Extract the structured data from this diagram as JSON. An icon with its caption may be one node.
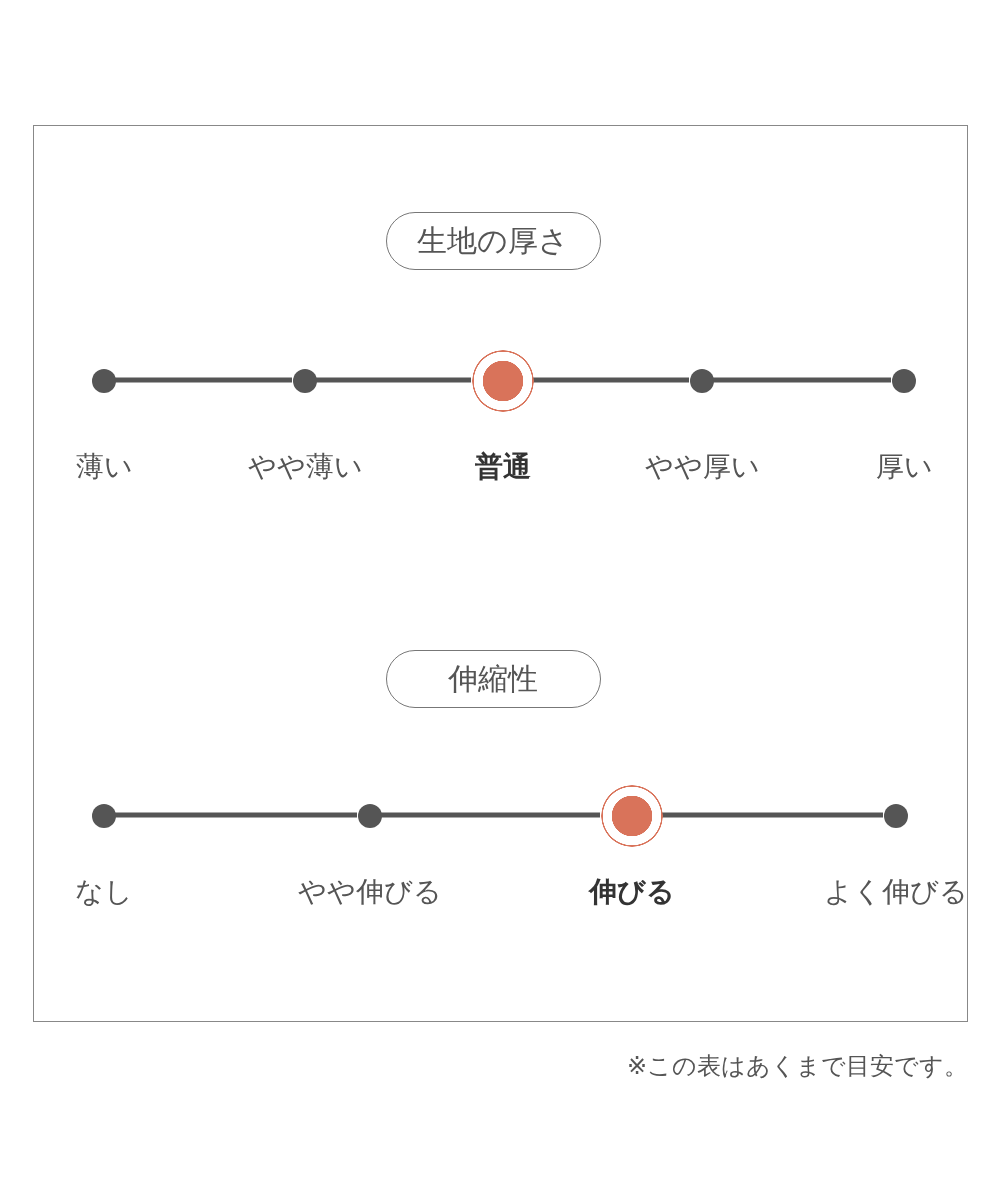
{
  "diagram": {
    "caption": "※この表はあくまで目安です。",
    "nodes": [
      {
        "text": [],
        "shape": "box"
      },
      {
        "text": [
          "生地の厚さ"
        ],
        "in": 0
      },
      {
        "text": [],
        "shape": "circle",
        "beside": [
          "薄い"
        ],
        "in": 0
      },
      {
        "text": [],
        "shape": "circle",
        "beside": [
          "やや薄い"
        ],
        "in": 0
      },
      {
        "text": [],
        "shape": "bullseye",
        "beside": [
          "普通"
        ],
        "in": 0
      },
      {
        "text": [],
        "shape": "circle",
        "beside": [
          "やや厚い"
        ],
        "in": 0
      },
      {
        "text": [],
        "shape": "circle",
        "beside": [
          "厚い"
        ],
        "in": 0
      },
      {
        "text": [
          "伸縮性"
        ],
        "in": 0
      },
      {
        "text": [],
        "shape": "circle",
        "beside": [
          "なし"
        ],
        "in": 0
      },
      {
        "text": [],
        "shape": "circle",
        "beside": [
          "やや伸びる"
        ],
        "in": 0
      },
      {
        "text": [],
        "shape": "bullseye",
        "beside": [
          "伸びる"
        ],
        "in": 0
      },
      {
        "text": [],
        "shape": "circle",
        "beside": [
          "よく伸びる"
        ],
        "in": 0
      }
    ],
    "edges": [
      {
        "from": 2,
        "to": 3,
        "arrow": "none"
      },
      {
        "from": 3,
        "to": 4,
        "arrow": "none"
      },
      {
        "from": 4,
        "to": 5,
        "arrow": "none"
      },
      {
        "from": 5,
        "to": 6,
        "arrow": "none"
      },
      {
        "from": 8,
        "to": 9,
        "arrow": "none"
      },
      {
        "from": 9,
        "to": 10,
        "arrow": "none"
      },
      {
        "from": 10,
        "to": 11,
        "arrow": "none"
      }
    ]
  }
}
